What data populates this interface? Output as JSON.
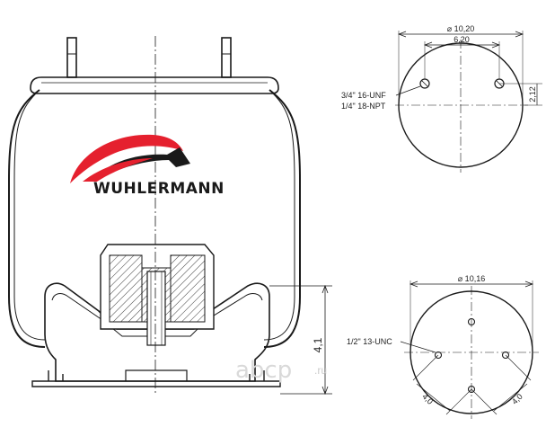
{
  "brand": {
    "name": "WUHLERMANN",
    "name_color": "#1a1a1a",
    "swoosh_colors": [
      "#e5202e",
      "#1a1a1a"
    ]
  },
  "watermark": {
    "text": "abcp",
    "suffix": ".ru",
    "color": "#cccccc"
  },
  "side_view": {
    "height_dim": "4,1"
  },
  "top_plate": {
    "outer_diameter": "⌀ 10,20",
    "bolt_spacing": "6,20",
    "offset": "2,12",
    "thread_a": "3/4\" 16-UNF",
    "thread_b": "1/4\" 18-NPT"
  },
  "bottom_plate": {
    "outer_diameter": "⌀ 10,16",
    "thread": "1/2\" 13-UNC",
    "spacing_left": "4,0",
    "spacing_right": "4,0"
  }
}
